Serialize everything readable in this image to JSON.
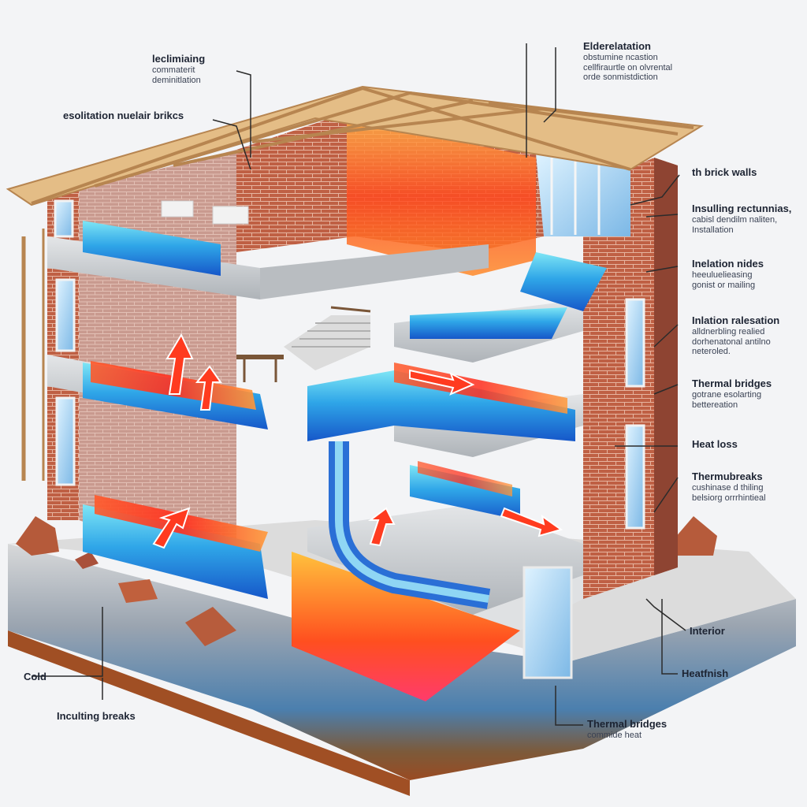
{
  "labels": {
    "top_left": {
      "title": "leclimiaing",
      "lines": [
        "commaterit",
        "deminitlation"
      ]
    },
    "left_bricks": {
      "title": "esolitation nuelair brikcs"
    },
    "top_right": {
      "title": "Elderelatation",
      "lines": [
        "obstumine ncastion",
        "cellfiraurtle on olvrental",
        "orde sonmistdiction"
      ]
    },
    "brick_walls": {
      "title": "th brick walls"
    },
    "installing": {
      "title": "Insulling rectunnias,",
      "lines": [
        "cabisl dendilm naliten,",
        "Installation"
      ]
    },
    "inelation_nides": {
      "title": "Inelation nides",
      "lines": [
        "heeuluelieasing",
        "gonist or mailing"
      ]
    },
    "inlation_relation": {
      "title": "Inlation ralesation",
      "lines": [
        "alldnerbling realied",
        "dorhenatonal antilno",
        "neteroled."
      ]
    },
    "thermal_bridges_1": {
      "title": "Thermal bridges",
      "lines": [
        "gotrane esolarting",
        "bettereation"
      ]
    },
    "heat_loss": {
      "title": "Heat loss"
    },
    "thermubreaks": {
      "title": "Thermubreaks",
      "lines": [
        "cushinase d thiling",
        "belsiorg orrrhintieal"
      ]
    },
    "cold": {
      "title": "Cold"
    },
    "installing_breaks": {
      "title": "Inculting breaks"
    },
    "interior": {
      "title": "Interior"
    },
    "heatfinish": {
      "title": "Heatfnish"
    },
    "thermal_bridges_2": {
      "title": "Thermal bridges",
      "lines": [
        "commide heat"
      ]
    }
  },
  "colors": {
    "brick": "#b5583d",
    "brick_light": "#c9714f",
    "insulation_blue": "#2e7fdc",
    "insulation_cyan": "#57d3ee",
    "heat_red": "#ef3b21",
    "heat_orange": "#f99a2a",
    "concrete": "#c7cacd",
    "timber": "#d7a66a",
    "soil": "#8a4a24"
  },
  "icons": [
    "heat-arrow-icon",
    "cold-flow-icon"
  ]
}
